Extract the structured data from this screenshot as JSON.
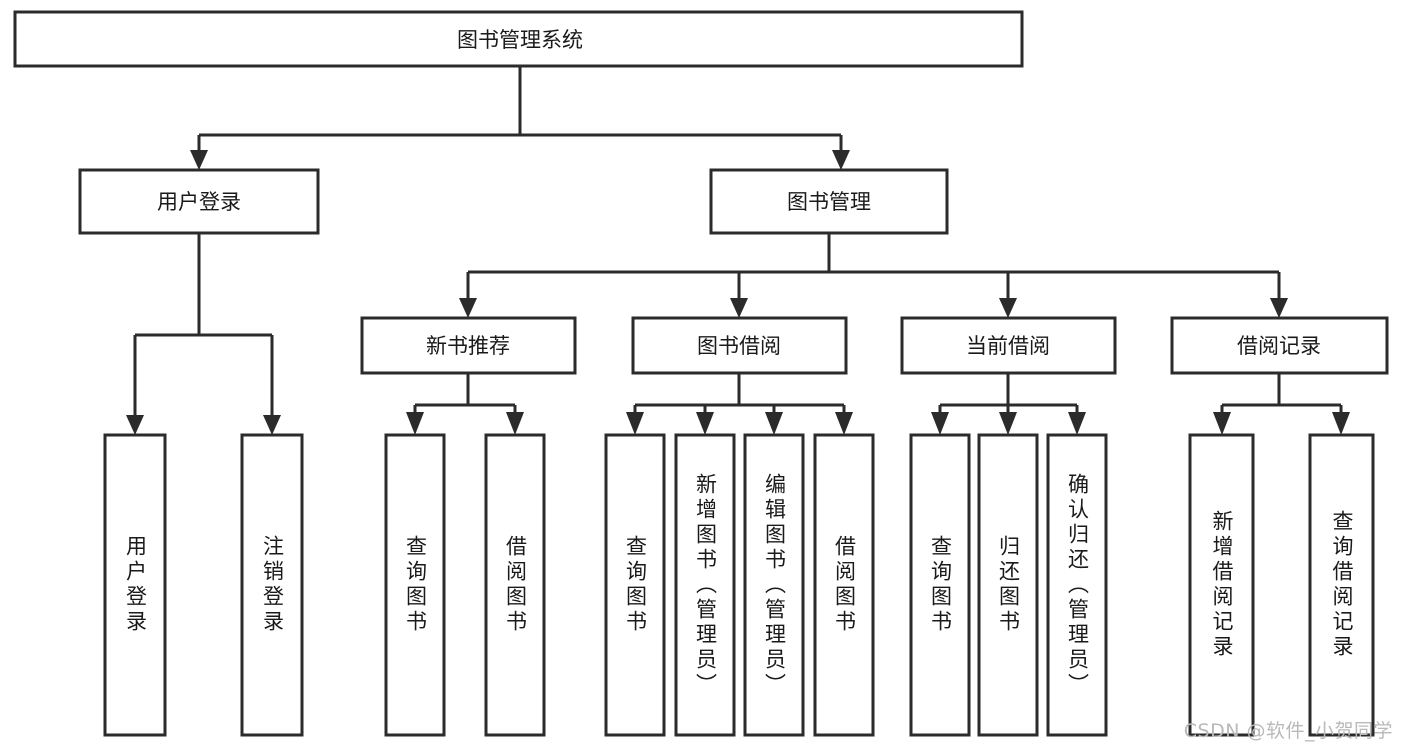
{
  "diagram": {
    "title": "图书管理系统",
    "watermark": "CSDN @软件_小贺同学",
    "colors": {
      "stroke": "#2b2b2b",
      "box_fill": "#ffffff",
      "text": "#1a1a1a",
      "background": "#ffffff",
      "watermark": "#b9b9b9"
    },
    "root": {
      "label": "图书管理系统",
      "orientation": "horizontal"
    },
    "level2": [
      {
        "label": "用户登录",
        "orientation": "horizontal"
      },
      {
        "label": "图书管理",
        "orientation": "horizontal"
      }
    ],
    "level3": [
      {
        "label": "新书推荐",
        "orientation": "horizontal"
      },
      {
        "label": "图书借阅",
        "orientation": "horizontal"
      },
      {
        "label": "当前借阅",
        "orientation": "horizontal"
      },
      {
        "label": "借阅记录",
        "orientation": "horizontal"
      }
    ],
    "leaves": {
      "user_login": [
        {
          "label": "用户登录",
          "orientation": "vertical"
        },
        {
          "label": "注销登录",
          "orientation": "vertical"
        }
      ],
      "new_book_recommend": [
        {
          "label": "查询图书",
          "orientation": "vertical"
        },
        {
          "label": "借阅图书",
          "orientation": "vertical"
        }
      ],
      "book_borrow": [
        {
          "label": "查询图书",
          "orientation": "vertical"
        },
        {
          "label": "新增图书（管理员）",
          "orientation": "vertical"
        },
        {
          "label": "编辑图书（管理员）",
          "orientation": "vertical"
        },
        {
          "label": "借阅图书",
          "orientation": "vertical"
        }
      ],
      "current_borrow": [
        {
          "label": "查询图书",
          "orientation": "vertical"
        },
        {
          "label": "归还图书",
          "orientation": "vertical"
        },
        {
          "label": "确认归还（管理员）",
          "orientation": "vertical"
        }
      ],
      "borrow_record": [
        {
          "label": "新增借阅记录",
          "orientation": "vertical"
        },
        {
          "label": "查询借阅记录",
          "orientation": "vertical"
        }
      ]
    }
  }
}
